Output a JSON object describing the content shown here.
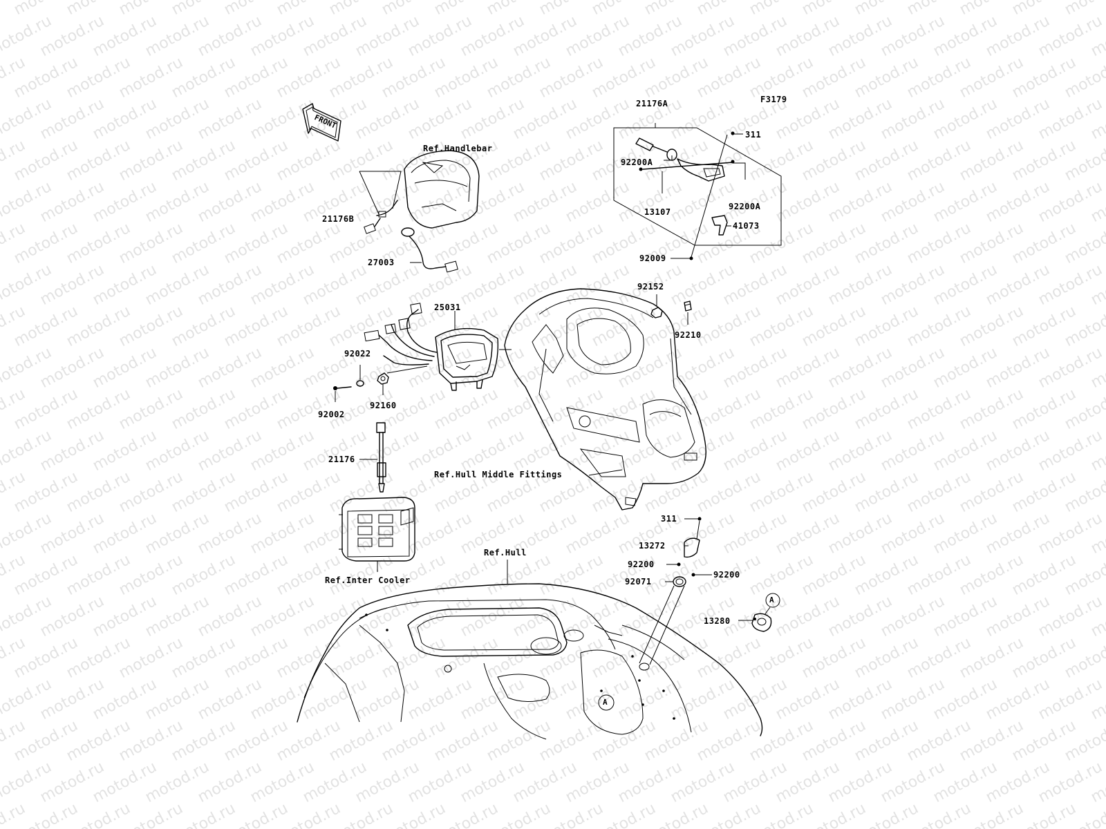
{
  "figure_code": "F3179",
  "watermark": "motod.ru",
  "front_arrow": "FRONT",
  "refs": {
    "handlebar": "Ref.Handlebar",
    "hull_middle": "Ref.Hull Middle Fittings",
    "hull": "Ref.Hull",
    "inter_cooler": "Ref.Inter Cooler"
  },
  "callout_marker": "A",
  "parts": {
    "p21176A": "21176A",
    "p311_top": "311",
    "p92200A_left": "92200A",
    "p92200A_right": "92200A",
    "p13107": "13107",
    "p41073": "41073",
    "p92009": "92009",
    "p21176B": "21176B",
    "p27003": "27003",
    "p25031": "25031",
    "p92152": "92152",
    "p92210": "92210",
    "p92022": "92022",
    "p92002": "92002",
    "p92160": "92160",
    "p21176": "21176",
    "p311_bottom": "311",
    "p13272": "13272",
    "p92200_left": "92200",
    "p92200_right": "92200",
    "p92071": "92071",
    "p13280": "13280"
  }
}
